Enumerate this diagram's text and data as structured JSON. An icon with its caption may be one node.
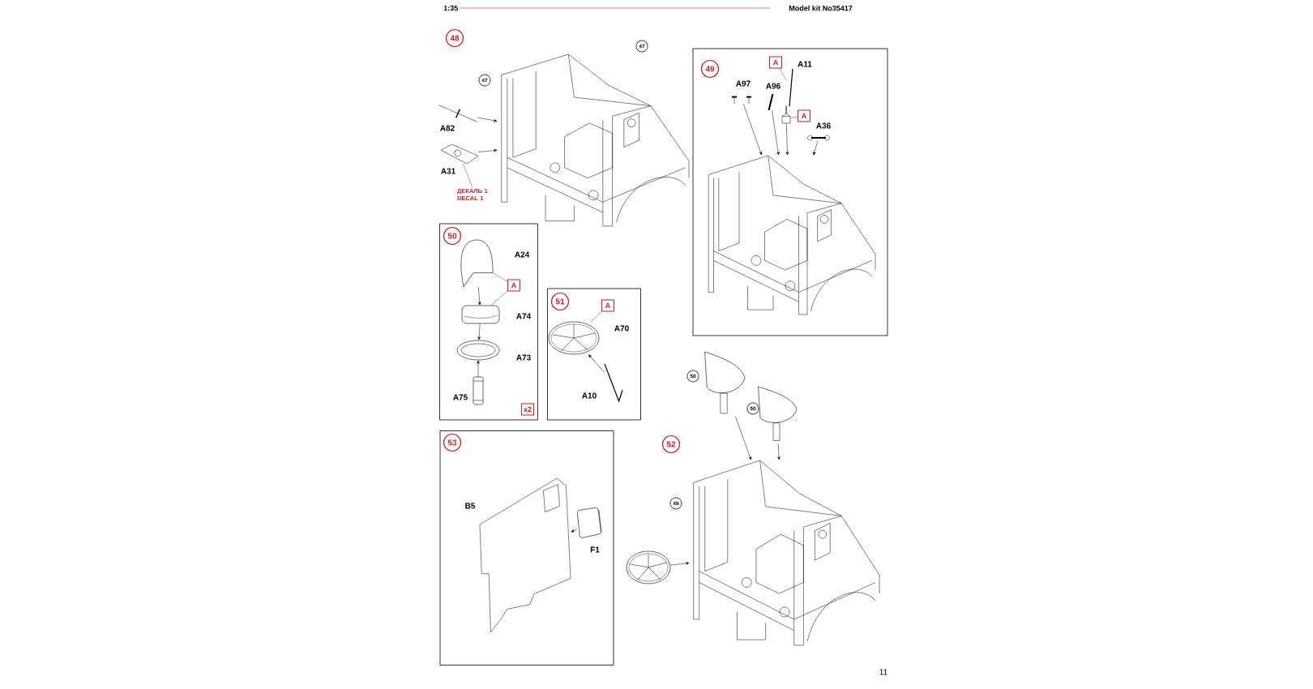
{
  "diagram": {
    "nodes": [
      {
        "text": [
          "48"
        ]
      },
      {
        "text": [],
        "shape": "picture"
      },
      {
        "text": [
          "47"
        ]
      },
      {
        "text": [
          "47"
        ]
      },
      {
        "text": [],
        "shape": "picture",
        "beside": [
          "A82"
        ]
      },
      {
        "text": [],
        "shape": "picture",
        "beside": [
          "A31"
        ]
      },
      {
        "text": [
          "ДЕКАЛЬ 1 DECAL 1"
        ]
      },
      {
        "text": [],
        "shape": "box"
      },
      {
        "text": [
          "49"
        ],
        "in": 7
      },
      {
        "text": [
          "A"
        ],
        "in": 7
      },
      {
        "text": [],
        "shape": "picture",
        "beside": [
          "A11"
        ],
        "in": 7
      },
      {
        "text": [],
        "shape": "picture",
        "beside": [
          "A97"
        ],
        "in": 7
      },
      {
        "text": [],
        "shape": "picture",
        "beside": [
          "A96"
        ],
        "in": 7
      },
      {
        "text": [],
        "shape": "picture",
        "in": 7
      },
      {
        "text": [
          "A"
        ],
        "in": 7
      },
      {
        "text": [],
        "shape": "picture",
        "beside": [
          "A36"
        ],
        "in": 7
      },
      {
        "text": [],
        "shape": "picture",
        "in": 7
      },
      {
        "text": [],
        "shape": "box"
      },
      {
        "text": [
          "50"
        ],
        "in": 17
      },
      {
        "text": [],
        "shape": "picture",
        "beside": [
          "A24"
        ],
        "in": 17
      },
      {
        "text": [
          "A"
        ],
        "in": 17
      },
      {
        "text": [],
        "shape": "picture",
        "beside": [
          "A74"
        ],
        "in": 17
      },
      {
        "text": [],
        "shape": "picture",
        "beside": [
          "A73"
        ],
        "in": 17
      },
      {
        "text": [],
        "shape": "picture",
        "beside": [
          "A75"
        ],
        "in": 17
      },
      {
        "text": [
          "x2"
        ],
        "in": 17
      },
      {
        "text": [],
        "shape": "box"
      },
      {
        "text": [
          "51"
        ],
        "in": 25
      },
      {
        "text": [
          "A"
        ],
        "in": 25
      },
      {
        "text": [],
        "shape": "picture",
        "beside": [
          "A70"
        ],
        "in": 25
      },
      {
        "text": [],
        "shape": "picture",
        "beside": [
          "A10"
        ],
        "in": 25
      },
      {
        "text": [],
        "shape": "box"
      },
      {
        "text": [
          "53"
        ],
        "in": 30
      },
      {
        "text": [],
        "shape": "picture",
        "beside": [
          "B5"
        ],
        "in": 30
      },
      {
        "text": [],
        "shape": "picture",
        "beside": [
          "F1"
        ],
        "in": 30
      },
      {
        "text": [
          "52"
        ]
      },
      {
        "text": [
          "50"
        ]
      },
      {
        "text": [],
        "shape": "picture"
      },
      {
        "text": [
          "50"
        ]
      },
      {
        "text": [],
        "shape": "picture"
      },
      {
        "text": [
          "49"
        ]
      },
      {
        "text": [],
        "shape": "picture"
      },
      {
        "text": [],
        "shape": "picture"
      }
    ],
    "edges": [
      {
        "from": 4,
        "to": 1,
        "arrow": "to"
      },
      {
        "from": 5,
        "to": 1,
        "arrow": "to"
      },
      {
        "from": 6,
        "to": 5,
        "arrow": "none",
        "color": "#d71920"
      },
      {
        "from": 9,
        "to": 10,
        "arrow": "none",
        "color": "#d71920"
      },
      {
        "from": 11,
        "to": 16,
        "arrow": "to"
      },
      {
        "from": 12,
        "to": 16,
        "arrow": "to"
      },
      {
        "from": 13,
        "to": 16,
        "arrow": "to"
      },
      {
        "from": 14,
        "to": 13,
        "arrow": "none",
        "color": "#d71920"
      },
      {
        "from": 15,
        "to": 16,
        "arrow": "to"
      },
      {
        "from": 20,
        "to": 19,
        "arrow": "none",
        "color": "#d71920"
      },
      {
        "from": 20,
        "to": 21,
        "arrow": "none",
        "color": "#d71920"
      },
      {
        "from": 19,
        "to": 21,
        "arrow": "to"
      },
      {
        "from": 21,
        "to": 22,
        "arrow": "to"
      },
      {
        "from": 23,
        "to": 22,
        "arrow": "to"
      },
      {
        "from": 27,
        "to": 28,
        "arrow": "none",
        "color": "#d71920"
      },
      {
        "from": 29,
        "to": 28,
        "arrow": "to"
      },
      {
        "from": 33,
        "to": 32,
        "arrow": "to"
      },
      {
        "from": 36,
        "to": 41,
        "arrow": "to"
      },
      {
        "from": 38,
        "to": 41,
        "arrow": "to"
      },
      {
        "from": 40,
        "to": 41,
        "arrow": "to"
      }
    ],
    "labels": [
      "1:35",
      "Model kit No35417",
      "11"
    ]
  }
}
